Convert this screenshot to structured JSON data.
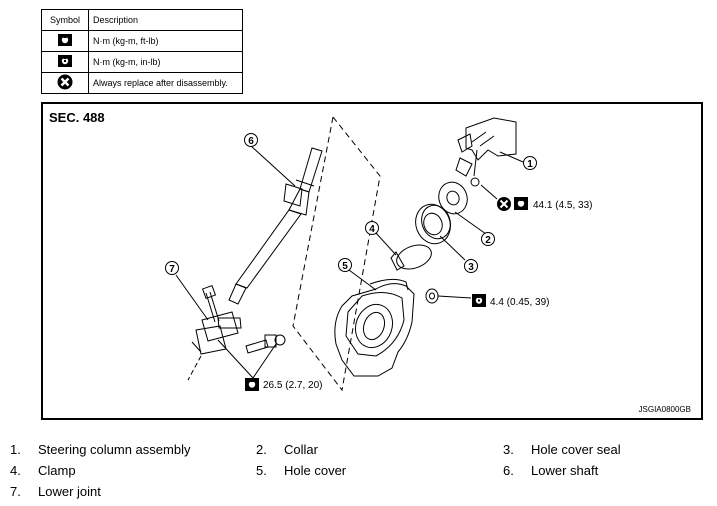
{
  "legend": {
    "header_symbol": "Symbol",
    "header_description": "Description",
    "rows": [
      {
        "icon": "torque-wrench-icon",
        "description": "N·m (kg-m, ft-lb)"
      },
      {
        "icon": "torque-wrench-small-icon",
        "description": "N·m (kg-m, in-lb)"
      },
      {
        "icon": "always-replace-icon",
        "description": "Always replace after disassembly."
      }
    ]
  },
  "diagram": {
    "section": "SEC. 488",
    "code": "JSGIA0800GB",
    "callouts": [
      "1",
      "2",
      "3",
      "4",
      "5",
      "6",
      "7"
    ],
    "torques": {
      "t1": "44.1 (4.5, 33)",
      "t2": "4.4 (0.45, 39)",
      "t3": "26.5 (2.7, 20)"
    }
  },
  "parts": [
    {
      "num": "1.",
      "name": "Steering column assembly"
    },
    {
      "num": "2.",
      "name": "Collar"
    },
    {
      "num": "3.",
      "name": "Hole cover seal"
    },
    {
      "num": "4.",
      "name": "Clamp"
    },
    {
      "num": "5.",
      "name": "Hole cover"
    },
    {
      "num": "6.",
      "name": "Lower shaft"
    },
    {
      "num": "7.",
      "name": "Lower joint"
    }
  ]
}
